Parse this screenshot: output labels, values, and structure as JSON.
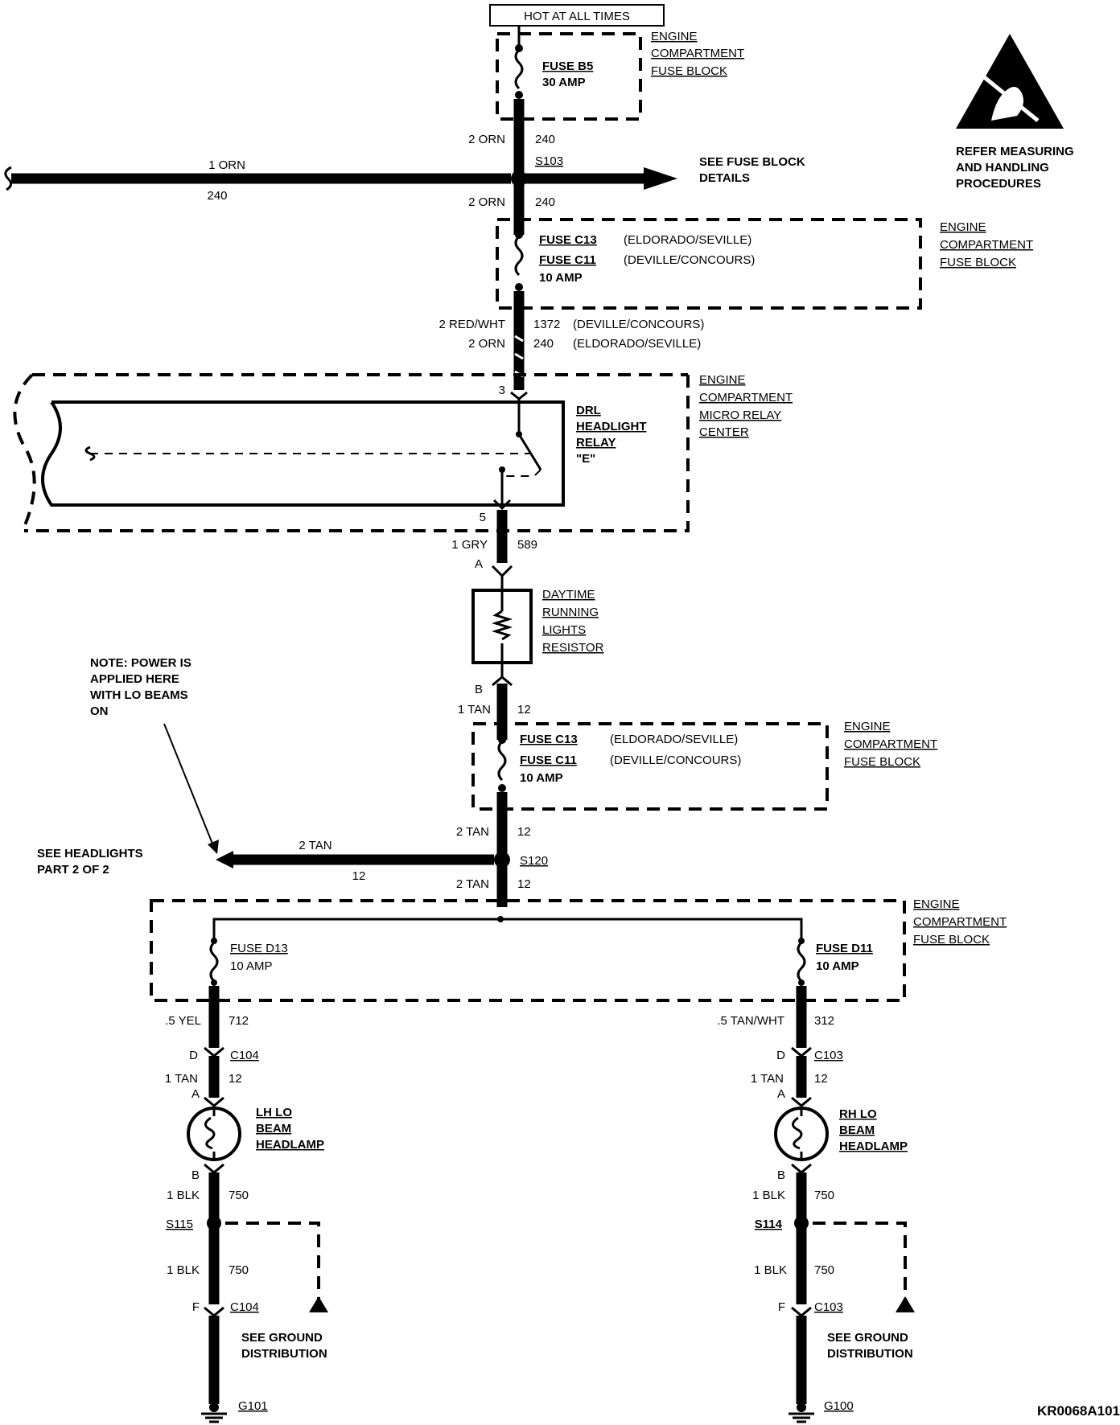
{
  "header": {
    "hot_at_all_times": "HOT AT ALL TIMES"
  },
  "warning": {
    "line1": "REFER MEASURING",
    "line2": "AND HANDLING",
    "line3": "PROCEDURES",
    "icon": "esd-warning-icon"
  },
  "fuse_b5": {
    "name": "FUSE B5",
    "rating": "30 AMP"
  },
  "block_top": {
    "l1": "ENGINE",
    "l2": "COMPARTMENT",
    "l3": "FUSE BLOCK"
  },
  "w_top": {
    "size_color": "2 ORN",
    "circuit": "240"
  },
  "s103": {
    "label": "S103",
    "left_size_color": "1 ORN",
    "left_circuit": "240",
    "see_line1": "SEE FUSE BLOCK",
    "see_line2": "DETAILS",
    "below_size_color": "2 ORN",
    "below_circuit": "240"
  },
  "fuse_c_upper": {
    "name1": "FUSE C13",
    "model1": "(ELDORADO/SEVILLE)",
    "name2": "FUSE C11",
    "model2": "(DEVILLE/CONCOURS)",
    "rating": "10 AMP",
    "block_l1": "ENGINE",
    "block_l2": "COMPARTMENT",
    "block_l3": "FUSE BLOCK"
  },
  "w_relay_in": {
    "a_size_color": "2 RED/WHT",
    "a_circuit": "1372",
    "a_model": "(DEVILLE/CONCOURS)",
    "b_size_color": "2 ORN",
    "b_circuit": "240",
    "b_model": "(ELDORADO/SEVILLE)"
  },
  "relay": {
    "pin_in": "3",
    "pin_out": "5",
    "name1": "DRL",
    "name2": "HEADLIGHT",
    "name3": "RELAY",
    "name4": "\"E\"",
    "center_l1": "ENGINE",
    "center_l2": "COMPARTMENT",
    "center_l3": "MICRO RELAY",
    "center_l4": "CENTER"
  },
  "w_relay_out": {
    "size_color": "1 GRY",
    "circuit": "589"
  },
  "resistor": {
    "pin_a": "A",
    "pin_b": "B",
    "l1": "DAYTIME",
    "l2": "RUNNING",
    "l3": "LIGHTS",
    "l4": "RESISTOR"
  },
  "w_resistor_out": {
    "size_color": "1 TAN",
    "circuit": "12"
  },
  "fuse_c_lower": {
    "name1": "FUSE C13",
    "model1": "(ELDORADO/SEVILLE)",
    "name2": "FUSE C11",
    "model2": "(DEVILLE/CONCOURS)",
    "rating": "10 AMP",
    "block_l1": "ENGINE",
    "block_l2": "COMPARTMENT",
    "block_l3": "FUSE BLOCK"
  },
  "note": {
    "l1": "NOTE: POWER IS",
    "l2": "APPLIED HERE",
    "l3": "WITH LO BEAMS",
    "l4": "ON"
  },
  "s120": {
    "label": "S120",
    "above_size_color": "2 TAN",
    "above_circuit": "12",
    "left_size_color": "2 TAN",
    "left_circuit": "12",
    "see_l1": "SEE HEADLIGHTS",
    "see_l2": "PART 2 OF 2",
    "below_size_color": "2 TAN",
    "below_circuit": "12"
  },
  "fuse_d_block": {
    "l1": "ENGINE",
    "l2": "COMPARTMENT",
    "l3": "FUSE BLOCK"
  },
  "lh": {
    "fuse_name": "FUSE D13",
    "fuse_rating": "10 AMP",
    "w1_size_color": ".5 YEL",
    "w1_circuit": "712",
    "conn_pin_d": "D",
    "conn": "C104",
    "w2_size_color": "1 TAN",
    "w2_circuit": "12",
    "pin_a": "A",
    "pin_b": "B",
    "lamp1": "LH LO",
    "lamp2": "BEAM",
    "lamp3": "HEADLAMP",
    "w3_size_color": "1 BLK",
    "w3_circuit": "750",
    "splice": "S115",
    "w4_size_color": "1 BLK",
    "w4_circuit": "750",
    "conn_pin_f": "F",
    "conn2": "C104",
    "see1": "SEE GROUND",
    "see2": "DISTRIBUTION",
    "ground": "G101"
  },
  "rh": {
    "fuse_name": "FUSE D11",
    "fuse_rating": "10 AMP",
    "w1_size_color": ".5 TAN/WHT",
    "w1_circuit": "312",
    "conn_pin_d": "D",
    "conn": "C103",
    "w2_size_color": "1 TAN",
    "w2_circuit": "12",
    "pin_a": "A",
    "pin_b": "B",
    "lamp1": "RH LO",
    "lamp2": "BEAM",
    "lamp3": "HEADLAMP",
    "w3_size_color": "1 BLK",
    "w3_circuit": "750",
    "splice": "S114",
    "w4_size_color": "1 BLK",
    "w4_circuit": "750",
    "conn_pin_f": "F",
    "conn2": "C103",
    "see1": "SEE GROUND",
    "see2": "DISTRIBUTION",
    "ground": "G100"
  },
  "figure_code": "KR0068A101"
}
